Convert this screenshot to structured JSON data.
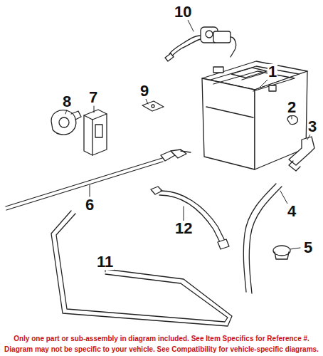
{
  "diagram": {
    "caption": "Only one part or sub-assembly in diagram included. See Item Specifics for Reference #. Diagram may not be specific to your vehicle. See Compatibility for vehicle-specific diagrams.",
    "labels": [
      "10",
      "1",
      "9",
      "2",
      "3",
      "8",
      "7",
      "6",
      "4",
      "5",
      "11",
      "12"
    ]
  }
}
